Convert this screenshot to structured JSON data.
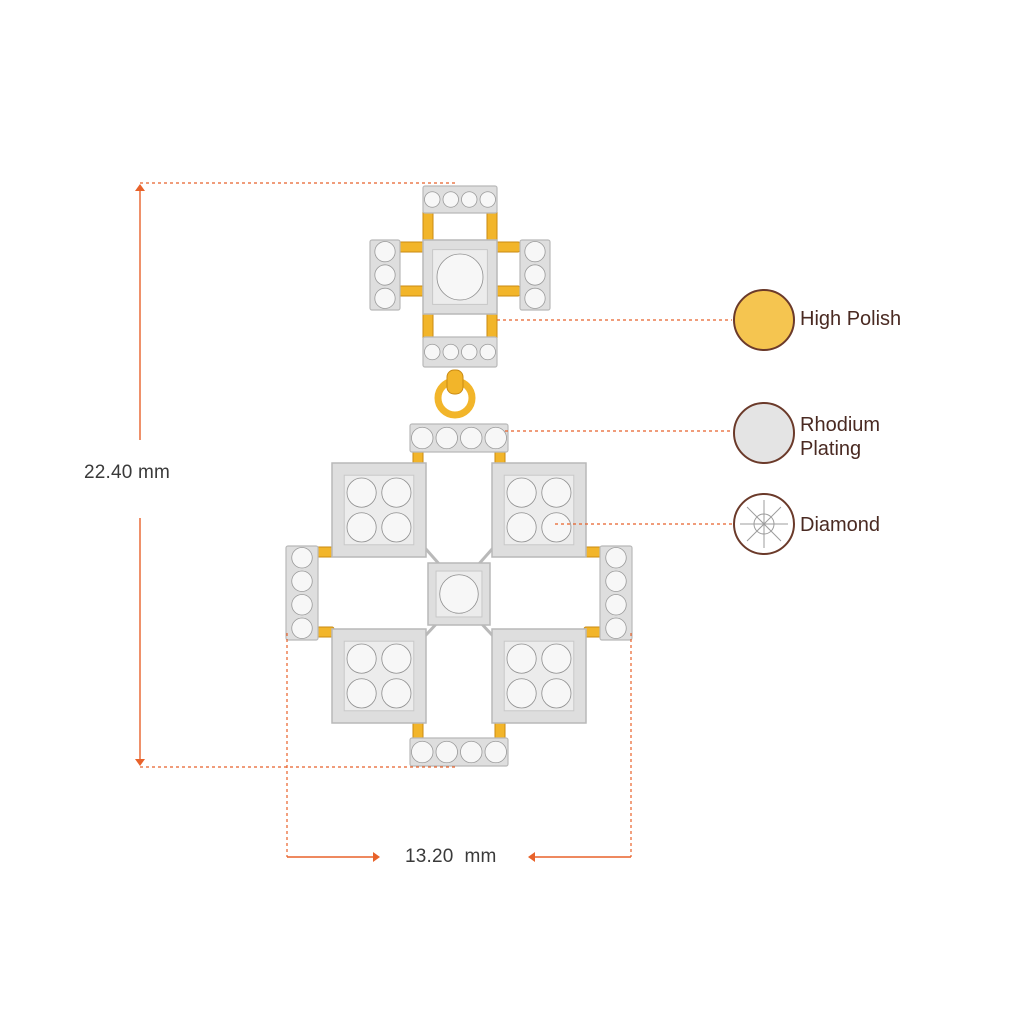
{
  "dimensions": {
    "height_label": "22.40 mm",
    "width_label": "13.20  mm"
  },
  "legend": {
    "items": [
      {
        "id": "high-polish",
        "label_line1": "High Polish",
        "label_line2": "",
        "swatch_color": "#f5c550"
      },
      {
        "id": "rhodium",
        "label_line1": "Rhodium",
        "label_line2": "Plating",
        "swatch_color": "#e4e4e4"
      },
      {
        "id": "diamond",
        "label_line1": "Diamond",
        "label_line2": "",
        "swatch_color": "#ffffff"
      }
    ]
  },
  "colors": {
    "dimension_line": "#e8622a",
    "gold": "#f2b52a",
    "gold_dark": "#c98a12",
    "rhodium": "#dedede",
    "rhodium_edge": "#b9b9b9",
    "diamond": "#f7f7f7",
    "swatch_border": "#6b3a2a"
  }
}
